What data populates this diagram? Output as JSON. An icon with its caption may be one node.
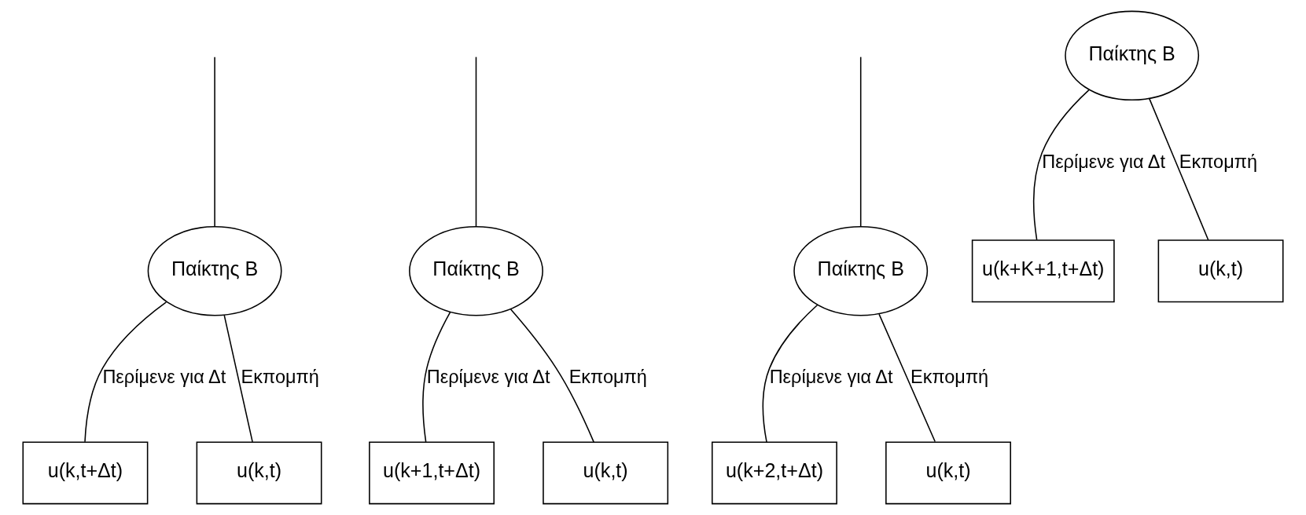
{
  "diagram": {
    "nodes": [
      {
        "text": [
          "Παίκτης Β"
        ]
      },
      {
        "text": [
          "Παίκτης Β"
        ]
      },
      {
        "text": [
          "Παίκτης Β"
        ]
      },
      {
        "text": [
          "Παίκτης Β"
        ]
      },
      {
        "text": [
          "u(k,t+Δt)"
        ]
      },
      {
        "text": [
          "u(k,t)"
        ]
      },
      {
        "text": [
          "u(k+1,t+Δt)"
        ]
      },
      {
        "text": [
          "u(k,t)"
        ]
      },
      {
        "text": [
          "u(k+2,t+Δt)"
        ]
      },
      {
        "text": [
          "u(k,t)"
        ]
      },
      {
        "text": [
          "u(k+K+1,t+Δt)"
        ]
      },
      {
        "text": [
          "u(k,t)"
        ]
      }
    ],
    "edges": [
      {
        "from": null,
        "to": 0,
        "arrow": "none"
      },
      {
        "from": null,
        "to": 1,
        "arrow": "none"
      },
      {
        "from": null,
        "to": 2,
        "arrow": "none"
      },
      {
        "from": 0,
        "to": 4,
        "arrow": "none",
        "label": "Περίμενε για Δt"
      },
      {
        "from": 0,
        "to": 5,
        "arrow": "none",
        "label": "Εκπομπή"
      },
      {
        "from": 1,
        "to": 6,
        "arrow": "none",
        "label": "Περίμενε για Δt"
      },
      {
        "from": 1,
        "to": 7,
        "arrow": "none",
        "label": "Εκπομπή"
      },
      {
        "from": 2,
        "to": 8,
        "arrow": "none",
        "label": "Περίμενε για Δt"
      },
      {
        "from": 2,
        "to": 9,
        "arrow": "none",
        "label": "Εκπομπή"
      },
      {
        "from": 3,
        "to": 10,
        "arrow": "none",
        "label": "Περίμενε για Δt"
      },
      {
        "from": 3,
        "to": 11,
        "arrow": "none",
        "label": "Εκπομπή"
      }
    ]
  }
}
